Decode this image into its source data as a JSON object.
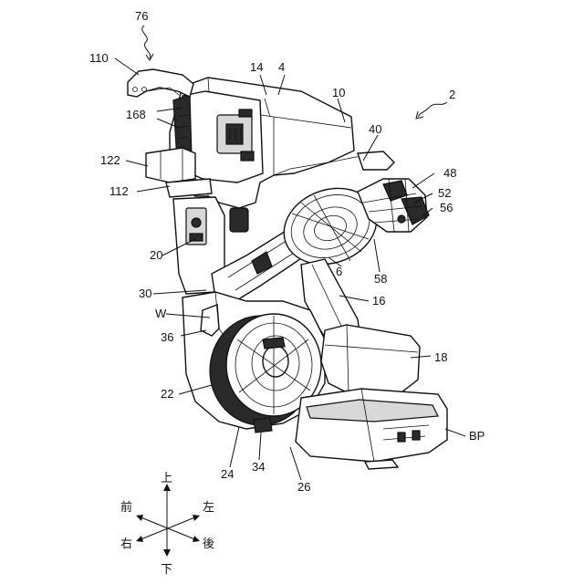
{
  "labels": {
    "l76": "76",
    "l110": "110",
    "l14": "14",
    "l4": "4",
    "l10": "10",
    "l2": "2",
    "l168": "168",
    "l40": "40",
    "l122": "122",
    "l48": "48",
    "l112": "112",
    "l52": "52",
    "l56": "56",
    "l20": "20",
    "l6": "6",
    "l58": "58",
    "l30": "30",
    "l16": "16",
    "lW": "W",
    "l36": "36",
    "l18": "18",
    "l22": "22",
    "lBP": "BP",
    "l24": "24",
    "l34": "34",
    "l26": "26"
  },
  "directions": {
    "up": "上",
    "down": "下",
    "front": "前",
    "rear": "後",
    "left": "左",
    "right": "右"
  }
}
